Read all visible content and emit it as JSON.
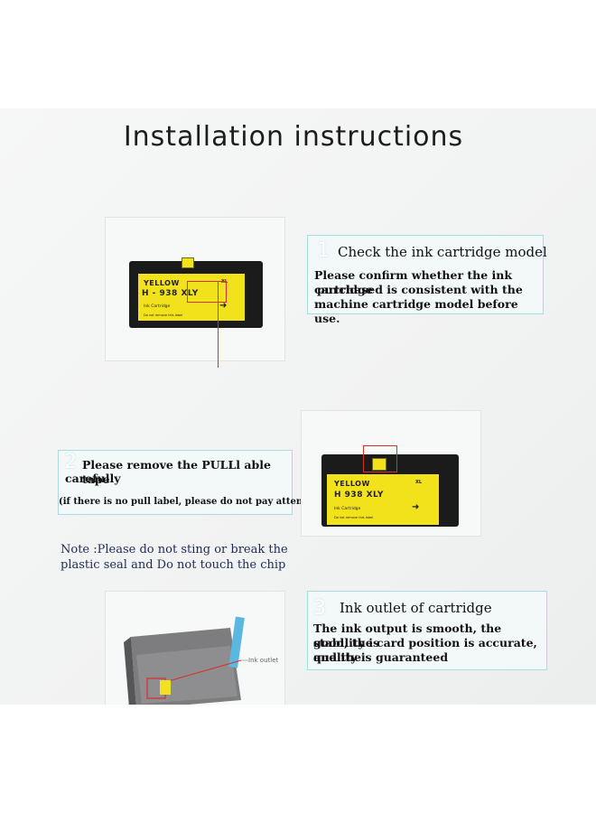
{
  "title": "Installation instructions",
  "steps": [
    {
      "number": "1",
      "heading": "Check the ink cartridge model",
      "body": [
        "Please confirm whether the ink cartridge",
        "purchased is consistent with the",
        "machine cartridge model before use."
      ]
    },
    {
      "number": "2",
      "heading": "Please remove the PULLl able tape",
      "heading_cont": "carefully",
      "aside": "(if there is no pull label, please do not pay attention)"
    },
    {
      "number": "3",
      "heading": "Ink outlet of cartridge",
      "body": [
        "The ink output is smooth, the stability is",
        "good, the card position is accurate, and the",
        "quality is guaranteed"
      ]
    }
  ],
  "note": [
    "Note :Please do not sting or break the",
    "plastic seal and Do not touch the chip"
  ],
  "cartridge_label": {
    "color": "YELLOW",
    "model": "H - 938 XLY",
    "model_alt": "H 938 XLY",
    "size": "XL",
    "type": "Ink Cartridge",
    "warning": "Do not remove this label"
  },
  "outlet_label": "Ink outlet",
  "colors": {
    "label_yellow": "#f2e21c",
    "box_border": "#a9dbe3",
    "marker_red": "#d63030",
    "note_text": "#1e2a55"
  },
  "icons": {
    "arrow": "arrow-right-icon"
  }
}
